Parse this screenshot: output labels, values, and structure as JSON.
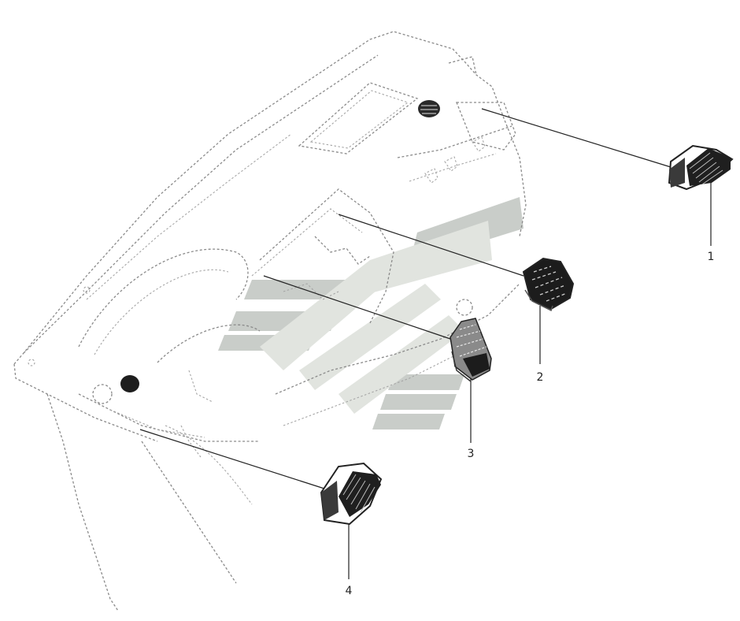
{
  "diagram": {
    "callouts": [
      {
        "id": "1",
        "label": "1"
      },
      {
        "id": "2",
        "label": "2"
      },
      {
        "id": "3",
        "label": "3"
      },
      {
        "id": "4",
        "label": "4"
      }
    ],
    "colors": {
      "background": "#ffffff",
      "outline": "#8a8a8a",
      "part": "#2a2a2a",
      "watermark": "#c9cdc9"
    },
    "icons": {
      "vent_1": "air-vent-right-icon",
      "vent_2": "air-vent-center-right-icon",
      "vent_3": "air-vent-center-left-icon",
      "vent_4": "air-vent-left-icon"
    }
  }
}
